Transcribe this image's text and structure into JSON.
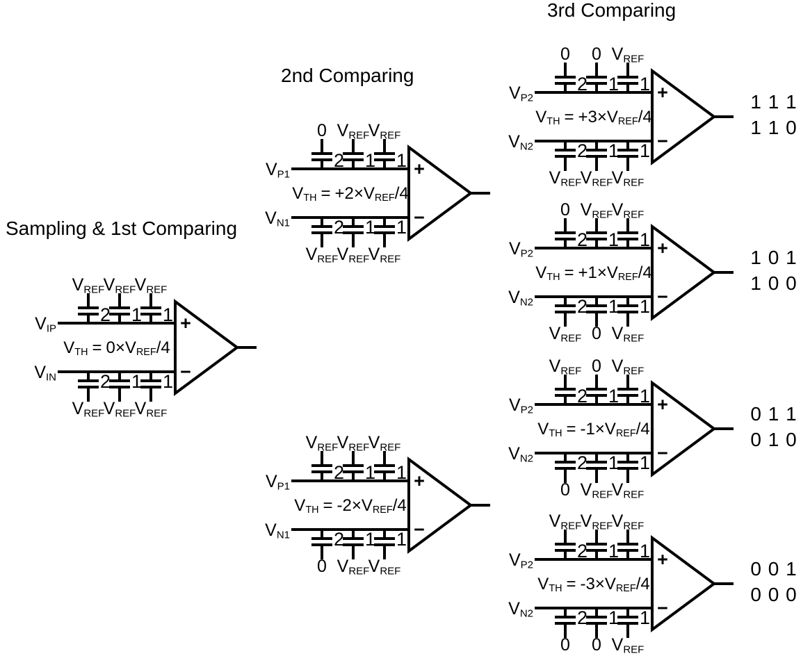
{
  "page": {
    "background": "#ffffff",
    "ink": "#000000"
  },
  "titles": [
    "Sampling & 1st Comparing",
    "2nd Comparing",
    "3rd Comparing"
  ],
  "signs": {
    "plus": "+",
    "minus": "−"
  },
  "blocks": [
    {
      "stage": "sampling-and-1st-comparing",
      "input_top": {
        "base": "V",
        "sub": "IP"
      },
      "input_bottom": {
        "base": "V",
        "sub": "IN"
      },
      "vth": {
        "sym": "V",
        "sym_sub": "TH",
        "eq": "=",
        "coeff": "0×",
        "ref": "V",
        "ref_sub": "REF",
        "denom": "/4"
      },
      "top_caps": [
        {
          "label": "V",
          "label_sub": "REF",
          "value": "2"
        },
        {
          "label": "V",
          "label_sub": "REF",
          "value": "1"
        },
        {
          "label": "V",
          "label_sub": "REF",
          "value": "1"
        }
      ],
      "bottom_caps": [
        {
          "label": "V",
          "label_sub": "REF",
          "value": "2"
        },
        {
          "label": "V",
          "label_sub": "REF",
          "value": "1"
        },
        {
          "label": "V",
          "label_sub": "REF",
          "value": "1"
        }
      ]
    },
    {
      "stage": "2nd-comparing-upper",
      "input_top": {
        "base": "V",
        "sub": "P1"
      },
      "input_bottom": {
        "base": "V",
        "sub": "N1"
      },
      "vth": {
        "sym": "V",
        "sym_sub": "TH",
        "eq": "=",
        "coeff": "+2×",
        "ref": "V",
        "ref_sub": "REF",
        "denom": "/4"
      },
      "top_caps": [
        {
          "label": "0",
          "label_sub": "",
          "value": "2"
        },
        {
          "label": "V",
          "label_sub": "REF",
          "value": "1"
        },
        {
          "label": "V",
          "label_sub": "REF",
          "value": "1"
        }
      ],
      "bottom_caps": [
        {
          "label": "V",
          "label_sub": "REF",
          "value": "2"
        },
        {
          "label": "V",
          "label_sub": "REF",
          "value": "1"
        },
        {
          "label": "V",
          "label_sub": "REF",
          "value": "1"
        }
      ]
    },
    {
      "stage": "2nd-comparing-lower",
      "input_top": {
        "base": "V",
        "sub": "P1"
      },
      "input_bottom": {
        "base": "V",
        "sub": "N1"
      },
      "vth": {
        "sym": "V",
        "sym_sub": "TH",
        "eq": "=",
        "coeff": "-2×",
        "ref": "V",
        "ref_sub": "REF",
        "denom": "/4"
      },
      "top_caps": [
        {
          "label": "V",
          "label_sub": "REF",
          "value": "2"
        },
        {
          "label": "V",
          "label_sub": "REF",
          "value": "1"
        },
        {
          "label": "V",
          "label_sub": "REF",
          "value": "1"
        }
      ],
      "bottom_caps": [
        {
          "label": "0",
          "label_sub": "",
          "value": "2"
        },
        {
          "label": "V",
          "label_sub": "REF",
          "value": "1"
        },
        {
          "label": "V",
          "label_sub": "REF",
          "value": "1"
        }
      ]
    },
    {
      "stage": "3rd-comparing-1",
      "input_top": {
        "base": "V",
        "sub": "P2"
      },
      "input_bottom": {
        "base": "V",
        "sub": "N2"
      },
      "vth": {
        "sym": "V",
        "sym_sub": "TH",
        "eq": "=",
        "coeff": "+3×",
        "ref": "V",
        "ref_sub": "REF",
        "denom": "/4"
      },
      "top_caps": [
        {
          "label": "0",
          "label_sub": "",
          "value": "2"
        },
        {
          "label": "0",
          "label_sub": "",
          "value": "1"
        },
        {
          "label": "V",
          "label_sub": "REF",
          "value": "1"
        }
      ],
      "bottom_caps": [
        {
          "label": "V",
          "label_sub": "REF",
          "value": "2"
        },
        {
          "label": "V",
          "label_sub": "REF",
          "value": "1"
        },
        {
          "label": "V",
          "label_sub": "REF",
          "value": "1"
        }
      ],
      "outputs": [
        "1 1 1",
        "1 1 0"
      ]
    },
    {
      "stage": "3rd-comparing-2",
      "input_top": {
        "base": "V",
        "sub": "P2"
      },
      "input_bottom": {
        "base": "V",
        "sub": "N2"
      },
      "vth": {
        "sym": "V",
        "sym_sub": "TH",
        "eq": "=",
        "coeff": "+1×",
        "ref": "V",
        "ref_sub": "REF",
        "denom": "/4"
      },
      "top_caps": [
        {
          "label": "0",
          "label_sub": "",
          "value": "2"
        },
        {
          "label": "V",
          "label_sub": "REF",
          "value": "1"
        },
        {
          "label": "V",
          "label_sub": "REF",
          "value": "1"
        }
      ],
      "bottom_caps": [
        {
          "label": "V",
          "label_sub": "REF",
          "value": "2"
        },
        {
          "label": "0",
          "label_sub": "",
          "value": "1"
        },
        {
          "label": "V",
          "label_sub": "REF",
          "value": "1"
        }
      ],
      "outputs": [
        "1 0 1",
        "1 0 0"
      ]
    },
    {
      "stage": "3rd-comparing-3",
      "input_top": {
        "base": "V",
        "sub": "P2"
      },
      "input_bottom": {
        "base": "V",
        "sub": "N2"
      },
      "vth": {
        "sym": "V",
        "sym_sub": "TH",
        "eq": "=",
        "coeff": "-1×",
        "ref": "V",
        "ref_sub": "REF",
        "denom": "/4"
      },
      "top_caps": [
        {
          "label": "V",
          "label_sub": "REF",
          "value": "2"
        },
        {
          "label": "0",
          "label_sub": "",
          "value": "1"
        },
        {
          "label": "V",
          "label_sub": "REF",
          "value": "1"
        }
      ],
      "bottom_caps": [
        {
          "label": "0",
          "label_sub": "",
          "value": "2"
        },
        {
          "label": "V",
          "label_sub": "REF",
          "value": "1"
        },
        {
          "label": "V",
          "label_sub": "REF",
          "value": "1"
        }
      ],
      "outputs": [
        "0 1 1",
        "0 1 0"
      ]
    },
    {
      "stage": "3rd-comparing-4",
      "input_top": {
        "base": "V",
        "sub": "P2"
      },
      "input_bottom": {
        "base": "V",
        "sub": "N2"
      },
      "vth": {
        "sym": "V",
        "sym_sub": "TH",
        "eq": "=",
        "coeff": "-3×",
        "ref": "V",
        "ref_sub": "REF",
        "denom": "/4"
      },
      "top_caps": [
        {
          "label": "V",
          "label_sub": "REF",
          "value": "2"
        },
        {
          "label": "V",
          "label_sub": "REF",
          "value": "1"
        },
        {
          "label": "V",
          "label_sub": "REF",
          "value": "1"
        }
      ],
      "bottom_caps": [
        {
          "label": "0",
          "label_sub": "",
          "value": "2"
        },
        {
          "label": "0",
          "label_sub": "",
          "value": "1"
        },
        {
          "label": "V",
          "label_sub": "REF",
          "value": "1"
        }
      ],
      "outputs": [
        "0 0 1",
        "0 0 0"
      ]
    }
  ]
}
